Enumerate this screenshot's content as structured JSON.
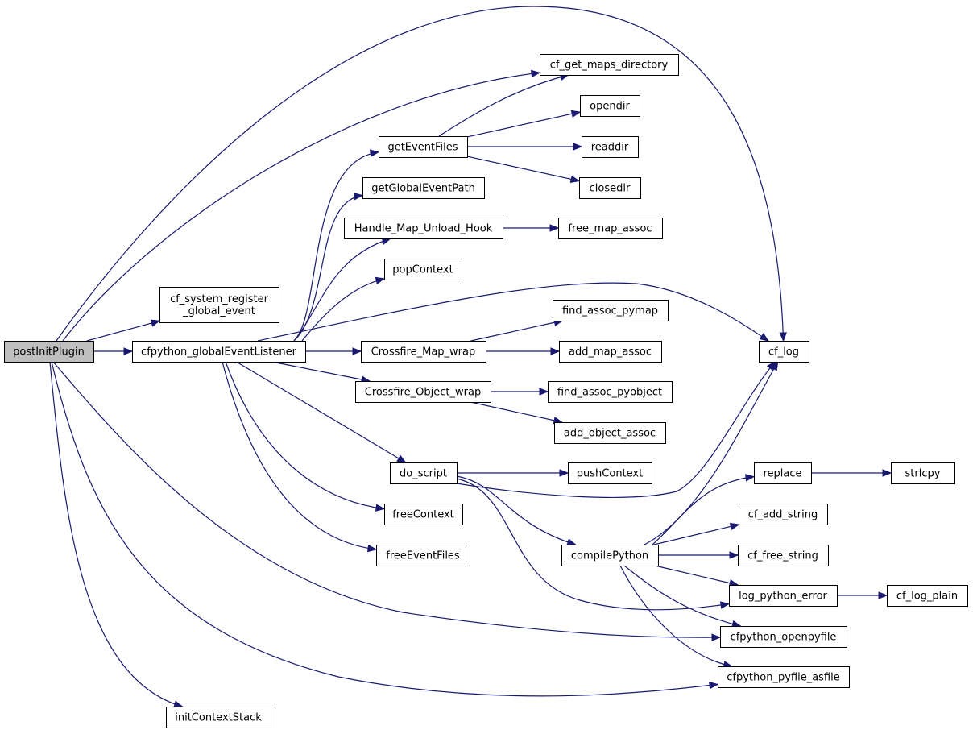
{
  "diagram": {
    "type": "call-graph",
    "edge_color": "#191970",
    "root_fill": "#bfbfbf",
    "node_fill": "#ffffff",
    "nodes": [
      {
        "id": "postInitPlugin",
        "lines": [
          "postInitPlugin"
        ],
        "root": true
      },
      {
        "id": "cf_system_register_global_event",
        "lines": [
          "cf_system_register",
          "_global_event"
        ]
      },
      {
        "id": "cfpython_globalEventListener",
        "lines": [
          "cfpython_globalEventListener"
        ]
      },
      {
        "id": "cf_get_maps_directory",
        "lines": [
          "cf_get_maps_directory"
        ]
      },
      {
        "id": "cf_log",
        "lines": [
          "cf_log"
        ]
      },
      {
        "id": "initContextStack",
        "lines": [
          "initContextStack"
        ]
      },
      {
        "id": "cfpython_openpyfile",
        "lines": [
          "cfpython_openpyfile"
        ]
      },
      {
        "id": "cfpython_pyfile_asfile",
        "lines": [
          "cfpython_pyfile_asfile"
        ]
      },
      {
        "id": "getEventFiles",
        "lines": [
          "getEventFiles"
        ]
      },
      {
        "id": "getGlobalEventPath",
        "lines": [
          "getGlobalEventPath"
        ]
      },
      {
        "id": "Handle_Map_Unload_Hook",
        "lines": [
          "Handle_Map_Unload_Hook"
        ]
      },
      {
        "id": "popContext",
        "lines": [
          "popContext"
        ]
      },
      {
        "id": "Crossfire_Map_wrap",
        "lines": [
          "Crossfire_Map_wrap"
        ]
      },
      {
        "id": "Crossfire_Object_wrap",
        "lines": [
          "Crossfire_Object_wrap"
        ]
      },
      {
        "id": "do_script",
        "lines": [
          "do_script"
        ]
      },
      {
        "id": "freeContext",
        "lines": [
          "freeContext"
        ]
      },
      {
        "id": "freeEventFiles",
        "lines": [
          "freeEventFiles"
        ]
      },
      {
        "id": "opendir",
        "lines": [
          "opendir"
        ]
      },
      {
        "id": "readdir",
        "lines": [
          "readdir"
        ]
      },
      {
        "id": "closedir",
        "lines": [
          "closedir"
        ]
      },
      {
        "id": "free_map_assoc",
        "lines": [
          "free_map_assoc"
        ]
      },
      {
        "id": "find_assoc_pymap",
        "lines": [
          "find_assoc_pymap"
        ]
      },
      {
        "id": "add_map_assoc",
        "lines": [
          "add_map_assoc"
        ]
      },
      {
        "id": "find_assoc_pyobject",
        "lines": [
          "find_assoc_pyobject"
        ]
      },
      {
        "id": "add_object_assoc",
        "lines": [
          "add_object_assoc"
        ]
      },
      {
        "id": "pushContext",
        "lines": [
          "pushContext"
        ]
      },
      {
        "id": "compilePython",
        "lines": [
          "compilePython"
        ]
      },
      {
        "id": "replace",
        "lines": [
          "replace"
        ]
      },
      {
        "id": "cf_add_string",
        "lines": [
          "cf_add_string"
        ]
      },
      {
        "id": "cf_free_string",
        "lines": [
          "cf_free_string"
        ]
      },
      {
        "id": "log_python_error",
        "lines": [
          "log_python_error"
        ]
      },
      {
        "id": "strlcpy",
        "lines": [
          "strlcpy"
        ]
      },
      {
        "id": "cf_log_plain",
        "lines": [
          "cf_log_plain"
        ]
      }
    ],
    "edges": [
      [
        "postInitPlugin",
        "cf_get_maps_directory"
      ],
      [
        "postInitPlugin",
        "cf_log"
      ],
      [
        "postInitPlugin",
        "cf_system_register_global_event"
      ],
      [
        "postInitPlugin",
        "cfpython_globalEventListener"
      ],
      [
        "postInitPlugin",
        "cfpython_openpyfile"
      ],
      [
        "postInitPlugin",
        "cfpython_pyfile_asfile"
      ],
      [
        "postInitPlugin",
        "initContextStack"
      ],
      [
        "cfpython_globalEventListener",
        "getEventFiles"
      ],
      [
        "cfpython_globalEventListener",
        "getGlobalEventPath"
      ],
      [
        "cfpython_globalEventListener",
        "Handle_Map_Unload_Hook"
      ],
      [
        "cfpython_globalEventListener",
        "popContext"
      ],
      [
        "cfpython_globalEventListener",
        "cf_log"
      ],
      [
        "cfpython_globalEventListener",
        "Crossfire_Map_wrap"
      ],
      [
        "cfpython_globalEventListener",
        "Crossfire_Object_wrap"
      ],
      [
        "cfpython_globalEventListener",
        "do_script"
      ],
      [
        "cfpython_globalEventListener",
        "freeContext"
      ],
      [
        "cfpython_globalEventListener",
        "freeEventFiles"
      ],
      [
        "getEventFiles",
        "cf_get_maps_directory"
      ],
      [
        "getEventFiles",
        "opendir"
      ],
      [
        "getEventFiles",
        "readdir"
      ],
      [
        "getEventFiles",
        "closedir"
      ],
      [
        "Handle_Map_Unload_Hook",
        "free_map_assoc"
      ],
      [
        "Crossfire_Map_wrap",
        "find_assoc_pymap"
      ],
      [
        "Crossfire_Map_wrap",
        "add_map_assoc"
      ],
      [
        "Crossfire_Object_wrap",
        "find_assoc_pyobject"
      ],
      [
        "Crossfire_Object_wrap",
        "add_object_assoc"
      ],
      [
        "do_script",
        "pushContext"
      ],
      [
        "do_script",
        "cf_log"
      ],
      [
        "do_script",
        "compilePython"
      ],
      [
        "do_script",
        "log_python_error"
      ],
      [
        "compilePython",
        "cf_log"
      ],
      [
        "compilePython",
        "replace"
      ],
      [
        "compilePython",
        "cf_add_string"
      ],
      [
        "compilePython",
        "cf_free_string"
      ],
      [
        "compilePython",
        "log_python_error"
      ],
      [
        "compilePython",
        "cfpython_openpyfile"
      ],
      [
        "compilePython",
        "cfpython_pyfile_asfile"
      ],
      [
        "replace",
        "strlcpy"
      ],
      [
        "log_python_error",
        "cf_log_plain"
      ]
    ]
  }
}
